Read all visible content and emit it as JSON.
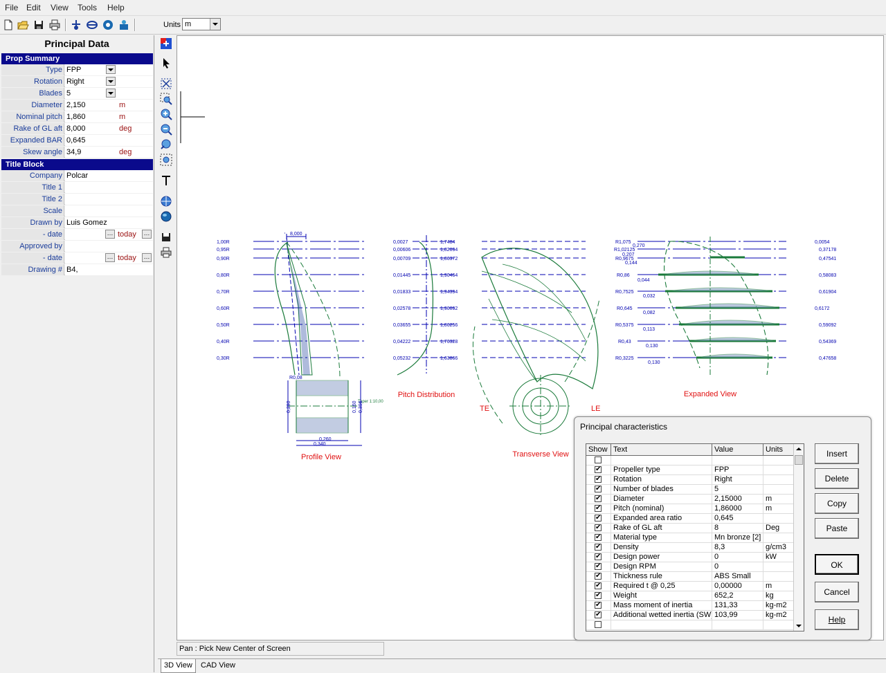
{
  "menu": [
    "File",
    "Edit",
    "View",
    "Tools",
    "Help"
  ],
  "toolbar": {
    "units_label": "Units",
    "units_value": "m"
  },
  "principal": {
    "title": "Principal Data",
    "prop_summary_head": "Prop Summary",
    "title_block_head": "Title Block",
    "rows": [
      {
        "label": "Type",
        "value": "FPP",
        "unit": ""
      },
      {
        "label": "Rotation",
        "value": "Right",
        "unit": ""
      },
      {
        "label": "Blades",
        "value": "5",
        "unit": ""
      },
      {
        "label": "Diameter",
        "value": "2,150",
        "unit": "m"
      },
      {
        "label": "Nominal pitch",
        "value": "1,860",
        "unit": "m"
      },
      {
        "label": "Rake of GL aft",
        "value": "8,000",
        "unit": "deg"
      },
      {
        "label": "Expanded BAR",
        "value": "0,645",
        "unit": ""
      },
      {
        "label": "Skew angle",
        "value": "34,9",
        "unit": "deg"
      }
    ],
    "title_rows": [
      {
        "label": "Company",
        "value": "Polcar"
      },
      {
        "label": "Title 1",
        "value": ""
      },
      {
        "label": "Title 2",
        "value": ""
      },
      {
        "label": "Scale",
        "value": ""
      },
      {
        "label": "Drawn by",
        "value": "Luis Gomez"
      },
      {
        "label": "- date",
        "value": "",
        "today": "today"
      },
      {
        "label": "Approved by",
        "value": ""
      },
      {
        "label": "- date",
        "value": "",
        "today": "today"
      },
      {
        "label": "Drawing #",
        "value": "B4,"
      }
    ]
  },
  "drawing": {
    "profile": {
      "radius_labels": [
        "1,00R",
        "0,95R",
        "0,90R",
        "0,80R",
        "0,70R",
        "0,60R",
        "0,50R",
        "0,40R",
        "0,30R"
      ],
      "rake_dim": "8,000",
      "fillet": "R0,08",
      "taper": "Taper 1:10,00",
      "hub_dims": [
        "0,260",
        "0,340",
        "0,290",
        "0,160",
        "0,396"
      ],
      "caption": "Profile View"
    },
    "pitch": {
      "left_vals": [
        "0,0027",
        "0,00606",
        "0,00709",
        "0,01445",
        "0,01833",
        "0,02578",
        "0,03655",
        "0,04222",
        "0,05232"
      ],
      "right_vals": [
        "1,7484",
        "1,82094",
        "1,86372",
        "1,90464",
        "1,94394",
        "1,90092",
        "1,86256",
        "1,76328",
        "1,63866"
      ],
      "caption": "Pitch Distribution"
    },
    "transverse": {
      "te": "TE",
      "le": "LE",
      "caption": "Transverse View"
    },
    "expanded": {
      "radius_labels": [
        "R1,075",
        "R1,02125",
        "R0,9675",
        "R0,86",
        "R0,7525",
        "R0,645",
        "R0,5375",
        "R0,43",
        "R0,3225"
      ],
      "inner_labels": [
        "0,270",
        "0,207",
        "0,144",
        "0,044",
        "0,032",
        "0,082",
        "0,113",
        "0,130",
        "0,130"
      ],
      "right_vals": [
        "0,0054",
        "0,37178",
        "0,47541",
        "0,58083",
        "0,61904",
        "0,6172",
        "0,59092",
        "0,54369",
        "0,47658"
      ],
      "caption": "Expanded View"
    }
  },
  "status": {
    "text": "Pan : Pick New Center of Screen"
  },
  "tabs": [
    "3D View",
    "CAD View"
  ],
  "dialog": {
    "title": "Principal characteristics",
    "headers": [
      "Show",
      "Text",
      "Value",
      "Units"
    ],
    "rows": [
      {
        "checked": false,
        "text": "",
        "value": "",
        "units": ""
      },
      {
        "checked": true,
        "text": "Propeller type",
        "value": "FPP",
        "units": ""
      },
      {
        "checked": true,
        "text": "Rotation",
        "value": "Right",
        "units": ""
      },
      {
        "checked": true,
        "text": "Number of blades",
        "value": "5",
        "units": ""
      },
      {
        "checked": true,
        "text": "Diameter",
        "value": "2,15000",
        "units": "m"
      },
      {
        "checked": true,
        "text": "Pitch (nominal)",
        "value": "1,86000",
        "units": "m"
      },
      {
        "checked": true,
        "text": "Expanded area ratio",
        "value": "0,645",
        "units": ""
      },
      {
        "checked": true,
        "text": "Rake of GL aft",
        "value": "8",
        "units": "Deg"
      },
      {
        "checked": true,
        "text": "Material type",
        "value": "Mn bronze [2]",
        "units": ""
      },
      {
        "checked": true,
        "text": "Density",
        "value": "8,3",
        "units": "g/cm3"
      },
      {
        "checked": true,
        "text": "Design power",
        "value": "0",
        "units": "kW"
      },
      {
        "checked": true,
        "text": "Design RPM",
        "value": "0",
        "units": ""
      },
      {
        "checked": true,
        "text": "Thickness rule",
        "value": "ABS Small",
        "units": ""
      },
      {
        "checked": true,
        "text": "Required t @ 0,25",
        "value": "0,00000",
        "units": "m"
      },
      {
        "checked": true,
        "text": "Weight",
        "value": "652,2",
        "units": "kg"
      },
      {
        "checked": true,
        "text": "Mass moment of inertia",
        "value": "131,33",
        "units": "kg-m2"
      },
      {
        "checked": true,
        "text": "Additional wetted inertia (SW)",
        "value": "103,99",
        "units": "kg-m2"
      },
      {
        "checked": false,
        "text": "",
        "value": "",
        "units": ""
      }
    ],
    "buttons": [
      "Insert",
      "Delete",
      "Copy",
      "Paste",
      "OK",
      "Cancel",
      "Help"
    ]
  }
}
